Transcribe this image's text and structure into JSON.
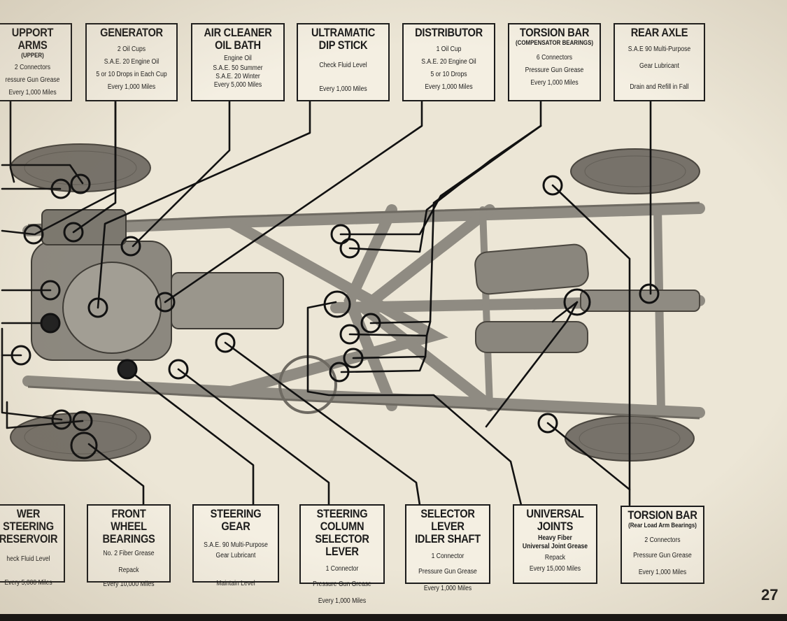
{
  "page_number": "27",
  "top_boxes": [
    {
      "key": "support_arms",
      "title": [
        "UPPORT ARMS"
      ],
      "subtitle": "(UPPER)",
      "lines": [
        "2 Connectors",
        "ressure Gun Grease"
      ],
      "interval": "Every 1,000 Miles"
    },
    {
      "key": "generator",
      "title": [
        "GENERATOR"
      ],
      "subtitle": "",
      "lines": [
        "2 Oil Cups",
        "S.A.E. 20 Engine Oil",
        "5 or 10 Drops in Each Cup"
      ],
      "interval": "Every 1,000 Miles"
    },
    {
      "key": "air_cleaner",
      "title": [
        "AIR CLEANER",
        "OIL BATH"
      ],
      "subtitle": "",
      "lines": [
        "Engine Oil",
        "S.A.E. 50 Summer",
        "S.A.E. 20 Winter"
      ],
      "interval": "Every 5,000 Miles"
    },
    {
      "key": "ultramatic",
      "title": [
        "ULTRAMATIC",
        "DIP STICK"
      ],
      "subtitle": "",
      "lines": [
        "Check Fluid Level"
      ],
      "interval": "Every 1,000 Miles"
    },
    {
      "key": "distributor",
      "title": [
        "DISTRIBUTOR"
      ],
      "subtitle": "",
      "lines": [
        "1 Oil Cup",
        "S.A.E. 20 Engine Oil",
        "5 or 10 Drops"
      ],
      "interval": "Every 1,000 Miles"
    },
    {
      "key": "torsion_bar_top",
      "title": [
        "TORSION BAR"
      ],
      "subtitle": "(COMPENSATOR BEARINGS)",
      "lines": [
        "6 Connectors",
        "Pressure Gun Grease"
      ],
      "interval": "Every 1,000 Miles"
    },
    {
      "key": "rear_axle",
      "title": [
        "REAR AXLE"
      ],
      "subtitle": "",
      "lines": [
        "S.A.E 90 Multi-Purpose",
        "Gear Lubricant"
      ],
      "interval": "Drain and Refill in Fall"
    }
  ],
  "bottom_boxes": [
    {
      "key": "power_steering",
      "title": [
        "WER STEERING",
        "RESERVOIR"
      ],
      "subtitle": "",
      "lines": [
        "heck Fluid Level"
      ],
      "interval": "Every 5,000 Miles"
    },
    {
      "key": "front_wheel",
      "title": [
        "FRONT WHEEL",
        "BEARINGS"
      ],
      "subtitle": "",
      "lines": [
        "No. 2 Fiber Grease",
        "Repack"
      ],
      "interval": "Every 10,000 Miles"
    },
    {
      "key": "steering_gear",
      "title": [
        "STEERING GEAR"
      ],
      "subtitle": "",
      "lines": [
        "S.A.E. 90 Multi-Purpose",
        "Gear Lubricant"
      ],
      "interval": "Maintain Level"
    },
    {
      "key": "steering_column",
      "title": [
        "STEERING COLUMN",
        "SELECTOR LEVER"
      ],
      "subtitle": "",
      "lines": [
        "1 Connector",
        "Pressure Gun Grease"
      ],
      "interval": "Every 1,000 Miles"
    },
    {
      "key": "selector_lever",
      "title": [
        "SELECTOR LEVER",
        "IDLER SHAFT"
      ],
      "subtitle": "",
      "lines": [
        "1 Connector",
        "Pressure Gun Grease"
      ],
      "interval": "Every 1,000 Miles"
    },
    {
      "key": "universal_joints",
      "title": [
        "UNIVERSAL",
        "JOINTS"
      ],
      "subtitle": "",
      "lines": [
        "Heavy Fiber",
        "Universal Joint Grease",
        "Repack"
      ],
      "interval": "Every 15,000 Miles"
    },
    {
      "key": "torsion_bar_bottom",
      "title": [
        "TORSION BAR"
      ],
      "subtitle": "(Rear Load Arm Bearings)",
      "lines": [
        "2 Connectors",
        "Pressure Gun Grease"
      ],
      "interval": "Every 1,000 Miles"
    }
  ],
  "colors": {
    "paper": "#ece6d6",
    "ink": "#1b1b1b",
    "chassis": "#9a968c",
    "chassis_dark": "#5f5b53",
    "tire": "#6a665e"
  }
}
